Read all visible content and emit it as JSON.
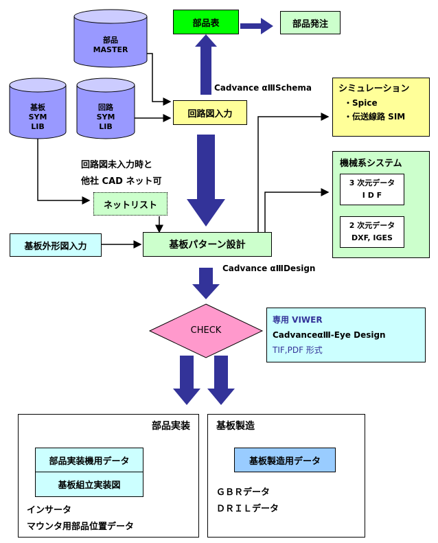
{
  "nodes": {
    "buhin_master": [
      "部品",
      "MASTER"
    ],
    "kiban_sym": [
      "基板",
      "SYM",
      "LIB"
    ],
    "kairo_sym": [
      "回路",
      "SYM",
      "LIB"
    ],
    "buhin_hyo": "部品表",
    "buhin_hacchu": "部品発注",
    "schema_label": "Cadvance αⅢSchema",
    "kairozu_nyuryoku": "回路図入力",
    "simulation": {
      "title": "シミュレーション",
      "items": [
        "・Spice",
        "・伝送線路 SIM"
      ]
    },
    "kikai": {
      "title": "機械系システム",
      "d3": [
        "3 次元データ",
        "I D F"
      ],
      "d2": [
        "2 次元データ",
        "DXF, IGES"
      ]
    },
    "note": [
      "回路図未入力時と",
      "他社 CAD ネット可"
    ],
    "netlist": "ネットリスト",
    "gaikei": "基板外形図入力",
    "pattern": "基板パターン設計",
    "design_label": "Cadvance αⅢDesign",
    "check": "CHECK",
    "viewer": [
      "専用 VIWER",
      "CadvanceαⅢ-Eye Design",
      "TIF,PDF 形式"
    ],
    "jisso": {
      "title": "部品実装",
      "box1": "部品実装機用データ",
      "box2": "基板組立実装図",
      "lines": [
        "インサータ",
        "マウンタ用部品位置データ"
      ]
    },
    "seizo": {
      "title": "基板製造",
      "box1": "基板製造用データ",
      "lines": [
        "ＧＢＲデータ",
        "ＤＲＩＬデータ"
      ]
    }
  },
  "colors": {
    "cylinder": "#9999ff",
    "cylinder_top": "#ccccff",
    "green": "#00ff00",
    "pale_green": "#ccffcc",
    "yellow": "#ffff99",
    "cyan": "#ccffff",
    "blue_box": "#99ccff",
    "check": "#ff99cc",
    "arrow": "#333399"
  }
}
